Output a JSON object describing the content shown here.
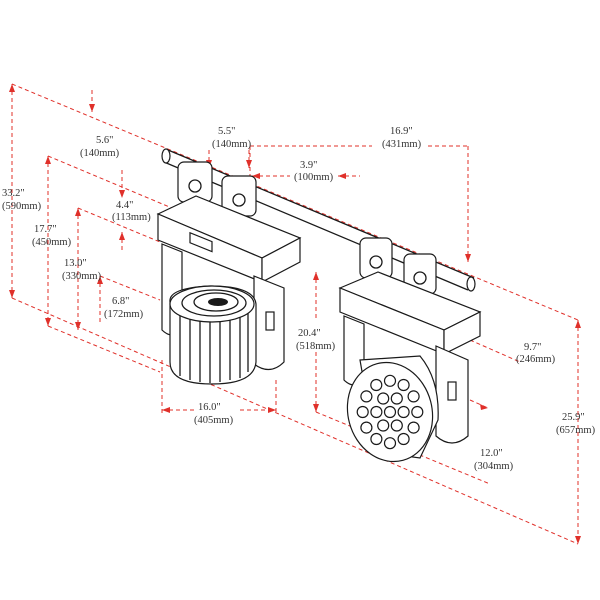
{
  "accent_color": "#e0302a",
  "line_color": "#1a1a1a",
  "dimensions": {
    "d_5_6": {
      "imperial": "5.6\"",
      "metric": "(140mm)"
    },
    "d_5_5": {
      "imperial": "5.5\"",
      "metric": "(140mm)"
    },
    "d_16_9": {
      "imperial": "16.9\"",
      "metric": "(431mm)"
    },
    "d_3_9": {
      "imperial": "3.9\"",
      "metric": "(100mm)"
    },
    "d_33_2": {
      "imperial": "33.2\"",
      "metric": "(590mm)"
    },
    "d_4_4": {
      "imperial": "4.4\"",
      "metric": "(113mm)"
    },
    "d_17_7": {
      "imperial": "17.7\"",
      "metric": "(450mm)"
    },
    "d_13_0": {
      "imperial": "13.0\"",
      "metric": "(330mm)"
    },
    "d_6_8": {
      "imperial": "6.8\"",
      "metric": "(172mm)"
    },
    "d_16_0": {
      "imperial": "16.0\"",
      "metric": "(405mm)"
    },
    "d_20_4": {
      "imperial": "20.4\"",
      "metric": "(518mm)"
    },
    "d_9_7": {
      "imperial": "9.7\"",
      "metric": "(246mm)"
    },
    "d_25_9": {
      "imperial": "25.9\"",
      "metric": "(657mm)"
    },
    "d_12_0": {
      "imperial": "12.0\"",
      "metric": "(304mm)"
    }
  }
}
